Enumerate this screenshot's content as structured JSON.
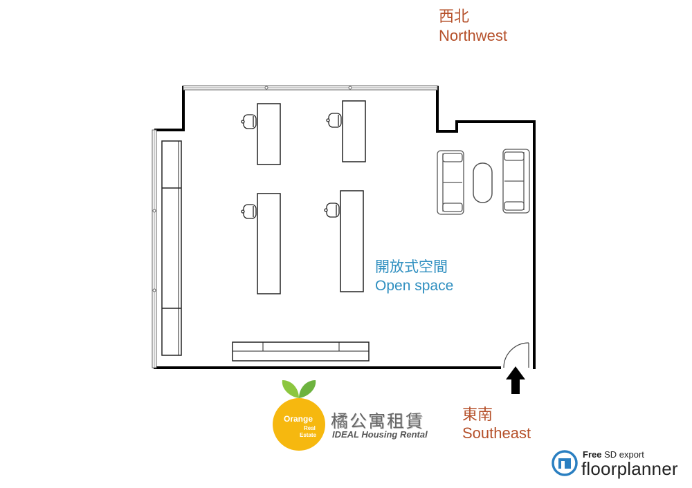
{
  "labels": {
    "northwest_zh": "西北",
    "northwest_en": "Northwest",
    "southeast_zh": "東南",
    "southeast_en": "Southeast",
    "room_zh": "開放式空間",
    "room_en": "Open space"
  },
  "logo": {
    "orange_line1": "Orange",
    "orange_line2": "Real",
    "orange_line3": "Estate",
    "brand_zh": "橘公寓租賃",
    "brand_en": "IDEAL Housing Rental"
  },
  "watermark": {
    "free": "Free",
    "export": "SD export",
    "name": "floorplanner"
  },
  "colors": {
    "direction_text": "#b5502a",
    "room_text": "#2f8fc0",
    "orange": "#f6b80f",
    "leaf": "#8cc63f",
    "wall": "#000000"
  }
}
